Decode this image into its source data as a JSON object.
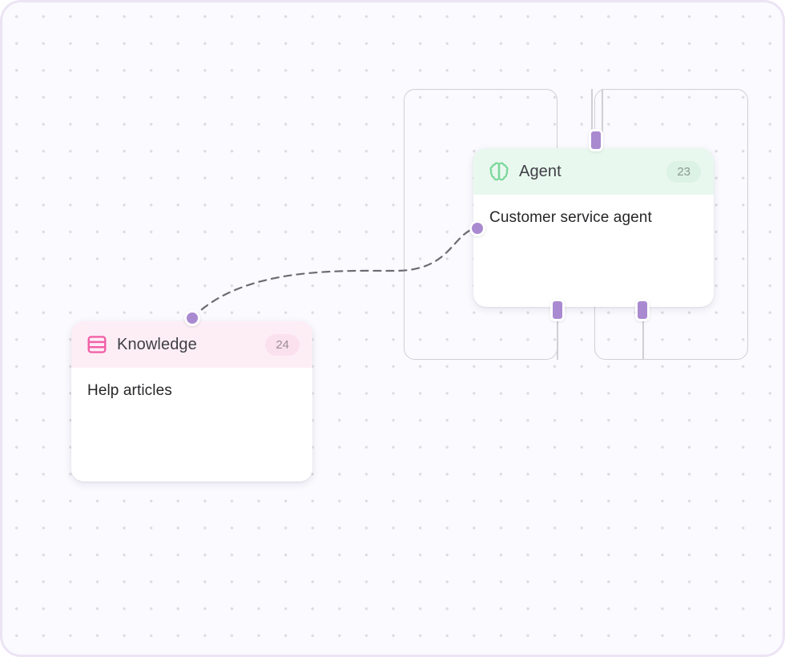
{
  "canvas": {
    "background_color": "#fafaff",
    "border_color": "#ece4f5",
    "grid_dot_color": "#dcdce2"
  },
  "nodes": [
    {
      "id": "agent",
      "icon": "brain-icon",
      "icon_color": "#7bd79b",
      "title": "Agent",
      "badge": "23",
      "header_color": "#e9f8ee",
      "badge_color": "#dcf2e4",
      "body_text": "Customer service agent"
    },
    {
      "id": "knowledge",
      "icon": "database-stack-icon",
      "icon_color": "#f261a8",
      "title": "Knowledge",
      "badge": "24",
      "header_color": "#fdeef5",
      "badge_color": "#fbe1ed",
      "body_text": "Help articles"
    }
  ],
  "edges": [
    {
      "id": "knowledge-to-agent",
      "from": "knowledge-output-handle",
      "to": "agent-input-handle",
      "style": "dashed",
      "color": "#6b6b73"
    }
  ],
  "handles": {
    "accent_color": "#a98ad0"
  }
}
